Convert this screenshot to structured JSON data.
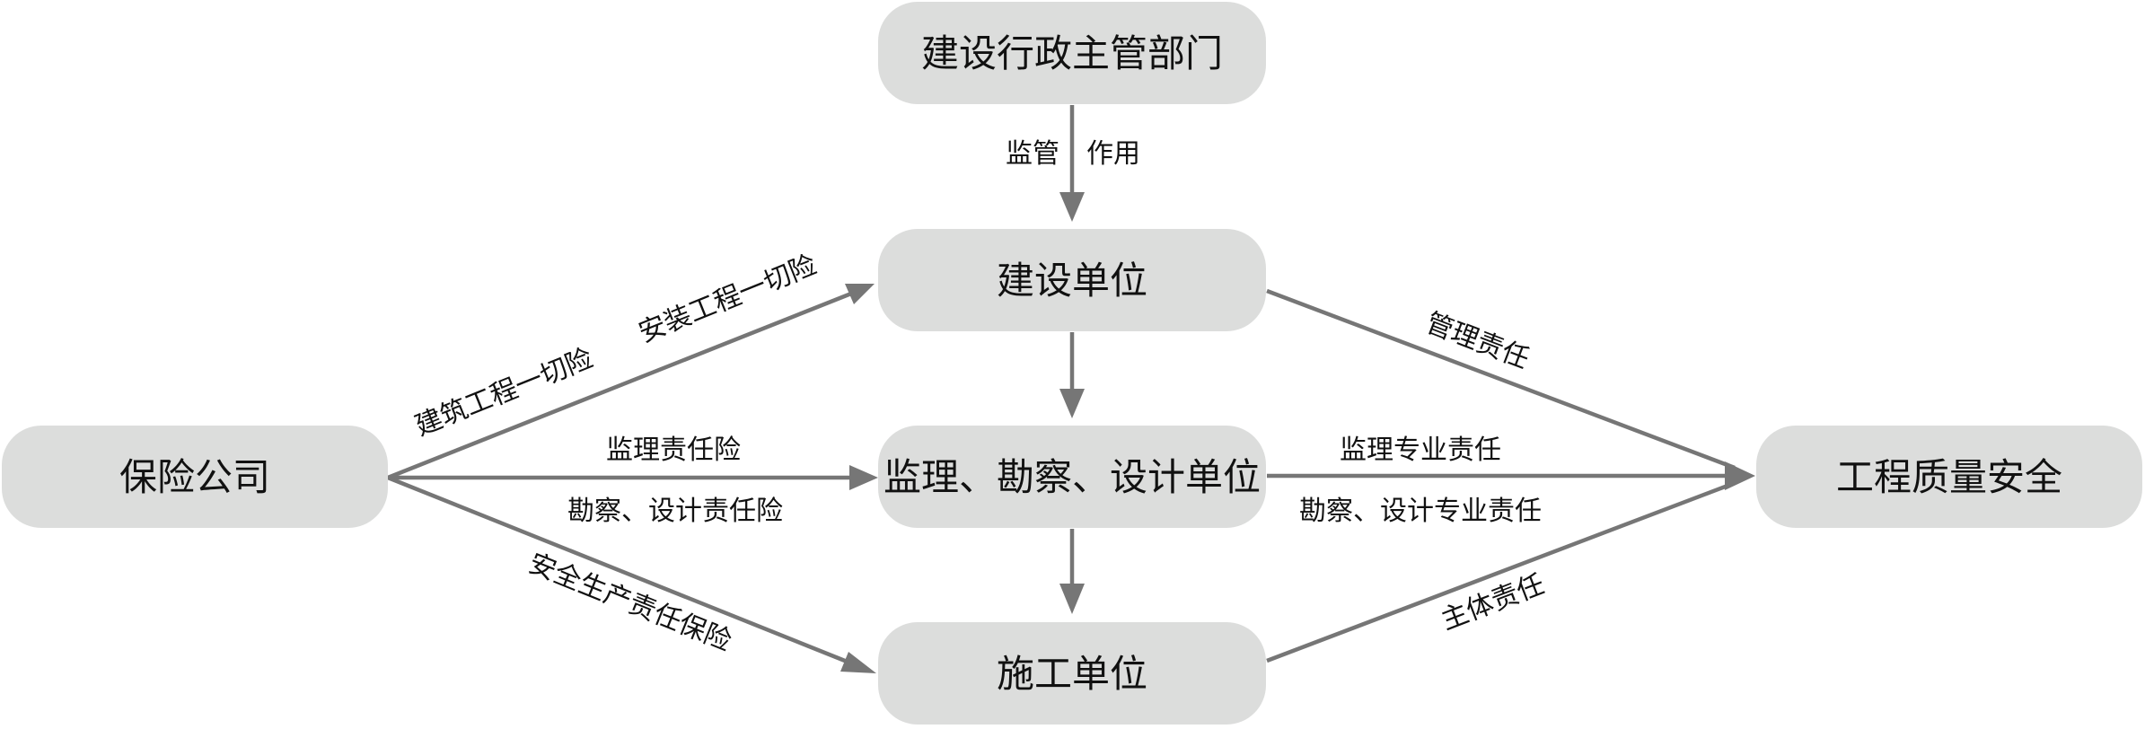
{
  "diagram": {
    "nodes": {
      "admin": "建设行政主管部门",
      "owner": "建设单位",
      "consult": "监理、勘察、设计单位",
      "contractor": "施工单位",
      "insurer": "保险公司",
      "quality": "工程质量安全"
    },
    "labels": {
      "supervise_left": "监管",
      "supervise_right": "作用",
      "ins_owner_1": "建筑工程一切险",
      "ins_owner_2": "安装工程一切险",
      "ins_consult_1": "监理责任险",
      "ins_consult_2": "勘察、设计责任险",
      "ins_contractor": "安全生产责任保险",
      "owner_quality": "管理责任",
      "consult_quality_1": "监理专业责任",
      "consult_quality_2": "勘察、设计专业责任",
      "contractor_quality": "主体责任"
    },
    "colors": {
      "node_fill": "#dcdddc",
      "edge": "#767676",
      "text": "#111111"
    }
  }
}
